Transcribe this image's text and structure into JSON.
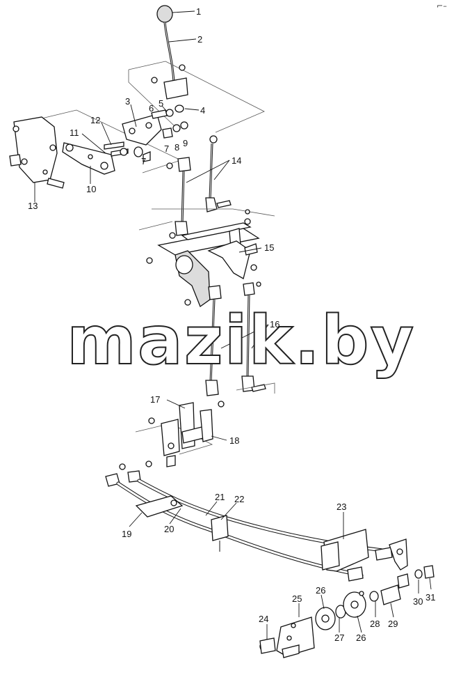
{
  "corner_mark": "⌐–",
  "watermark": "mazik.by",
  "callouts": [
    {
      "id": "c1",
      "text": "1"
    },
    {
      "id": "c2",
      "text": "2"
    },
    {
      "id": "c3",
      "text": "3"
    },
    {
      "id": "c4",
      "text": "4"
    },
    {
      "id": "c5",
      "text": "5"
    },
    {
      "id": "c6",
      "text": "6"
    },
    {
      "id": "c7a",
      "text": "7"
    },
    {
      "id": "c7b",
      "text": "7"
    },
    {
      "id": "c8",
      "text": "8"
    },
    {
      "id": "c9",
      "text": "9"
    },
    {
      "id": "c10",
      "text": "10"
    },
    {
      "id": "c11",
      "text": "11"
    },
    {
      "id": "c12",
      "text": "12"
    },
    {
      "id": "c13",
      "text": "13"
    },
    {
      "id": "c14",
      "text": "14"
    },
    {
      "id": "c15",
      "text": "15"
    },
    {
      "id": "c16",
      "text": "16"
    },
    {
      "id": "c17",
      "text": "17"
    },
    {
      "id": "c18",
      "text": "18"
    },
    {
      "id": "c19",
      "text": "19"
    },
    {
      "id": "c20",
      "text": "20"
    },
    {
      "id": "c21",
      "text": "21"
    },
    {
      "id": "c22",
      "text": "22"
    },
    {
      "id": "c23",
      "text": "23"
    },
    {
      "id": "c24",
      "text": "24"
    },
    {
      "id": "c25",
      "text": "25"
    },
    {
      "id": "c26a",
      "text": "26"
    },
    {
      "id": "c26b",
      "text": "26"
    },
    {
      "id": "c27",
      "text": "27"
    },
    {
      "id": "c28",
      "text": "28"
    },
    {
      "id": "c29",
      "text": "29"
    },
    {
      "id": "c30",
      "text": "30"
    },
    {
      "id": "c31",
      "text": "31"
    }
  ]
}
